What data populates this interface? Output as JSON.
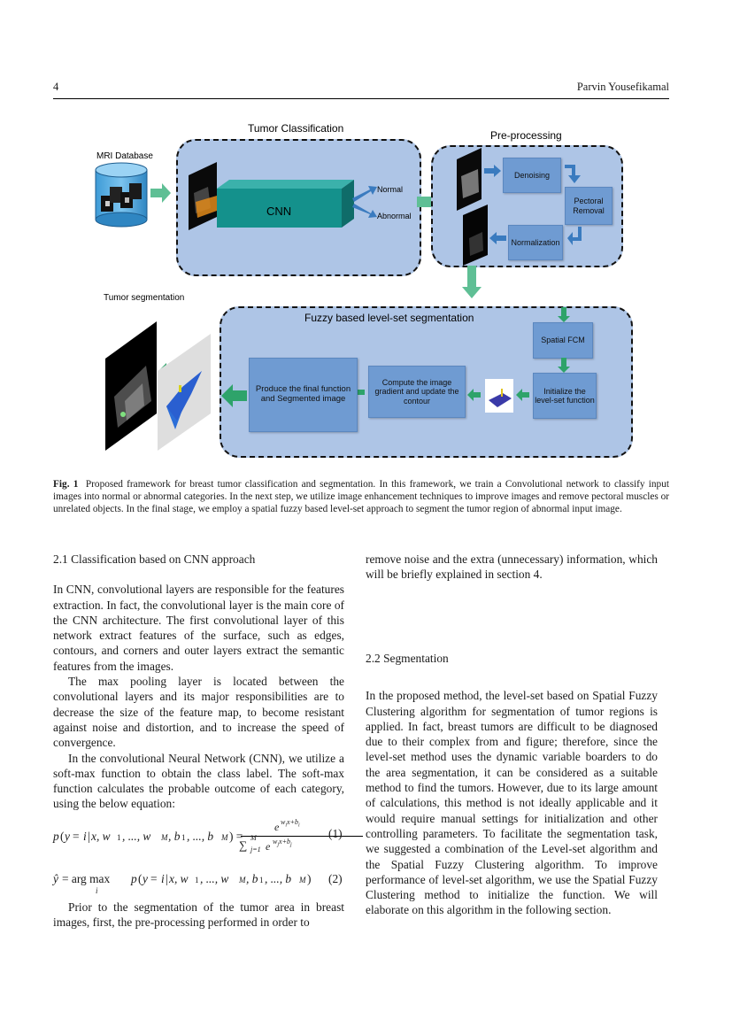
{
  "header": {
    "page_number": "4",
    "author": "Parvin Yousefikamal"
  },
  "figure": {
    "tumor_classification": "Tumor Classification",
    "mri_database": "MRI Database",
    "cnn": "CNN",
    "normal": "Normal",
    "abnormal": "Abnormal",
    "pre_processing": "Pre-processing",
    "denoising": "Denoising",
    "pectoral_removal": "Pectoral Removal",
    "normalization": "Normalization",
    "tumor_segmentation": "Tumor segmentation",
    "fuzzy_title": "Fuzzy based level-set segmentation",
    "spatial_fcm": "Spatial FCM",
    "initialize": "Initialize the level-set function",
    "compute": "Compute the image gradient and update the contour",
    "produce": "Produce the final function and Segmented image"
  },
  "caption": {
    "label": "Fig. 1",
    "text": "Proposed framework for breast tumor classification and segmentation. In this framework, we train a Convolutional network to classify input images into normal or abnormal categories. In the next step, we utilize image enhancement techniques to improve images and remove pectoral muscles or unrelated objects. In the final stage, we employ a spatial fuzzy based level-set approach to segment the tumor region of abnormal input image."
  },
  "left": {
    "heading": "2.1 Classification based on CNN approach",
    "p1": "In CNN, convolutional layers are responsible for the features extraction. In fact, the convolutional layer is the main core of the CNN architecture. The first convolutional layer of this network extract features of the surface, such as edges, contours, and corners and outer layers extract the semantic features from the images.",
    "p2": "The max pooling layer is located between the convolutional layers and its major responsibilities are to decrease the size of the feature map, to become resistant against noise and distortion, and to increase the speed of convergence.",
    "p3": "In the convolutional Neural Network (CNN), we utilize a soft-max function to obtain the class label. The soft-max function calculates the probable outcome of each category, using the below equation:",
    "eq1_number": "(1)",
    "eq2_number": "(2)",
    "p4": "Prior to the segmentation of the tumor area in breast images, first, the pre-processing performed in order to"
  },
  "right": {
    "p0": "remove noise and the extra (unnecessary) information, which will be briefly explained in section 4.",
    "heading": "2.2 Segmentation",
    "p1": "In the proposed method, the level-set based on Spatial Fuzzy Clustering algorithm for segmentation of tumor regions is applied. In fact, breast tumors are difficult to be diagnosed due to their complex from and figure; therefore, since the level-set method uses the dynamic variable boarders to do the area segmentation, it can be considered as a suitable method to find the tumors. However, due to its large amount of calculations, this method is not ideally applicable and it would require manual settings for initialization and other controlling parameters. To facilitate the segmentation task, we suggested a combination of the Level-set algorithm and the Spatial Fuzzy Clustering algorithm. To improve performance of level-set algorithm, we use the Spatial Fuzzy Clustering method to initialize the function. We will elaborate on this algorithm in the following section."
  }
}
